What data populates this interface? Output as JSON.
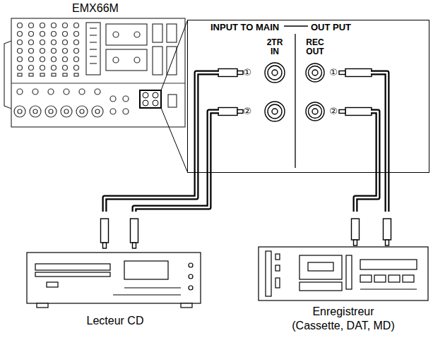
{
  "diagram": {
    "nodes": [
      {
        "text": [
          "EMX66M"
        ]
      },
      {
        "text": [
          "INPUT TO MAIN",
          "OUT PUT"
        ]
      },
      {
        "text": [
          "2TR IN"
        ],
        "in": 1
      },
      {
        "text": [
          "REC OUT"
        ],
        "in": 1
      },
      {
        "text": [
          "Lecteur CD"
        ]
      },
      {
        "text": [
          "Enregistreur (Cassette, DAT, MD)"
        ]
      }
    ],
    "edges": [
      {
        "from": 4,
        "to": 2,
        "arrow": "none"
      },
      {
        "from": 4,
        "to": 2,
        "arrow": "none"
      },
      {
        "from": 3,
        "to": 5,
        "arrow": "none"
      },
      {
        "from": 3,
        "to": 5,
        "arrow": "none"
      }
    ],
    "labels": [
      "①",
      "②",
      "①",
      "②"
    ]
  }
}
